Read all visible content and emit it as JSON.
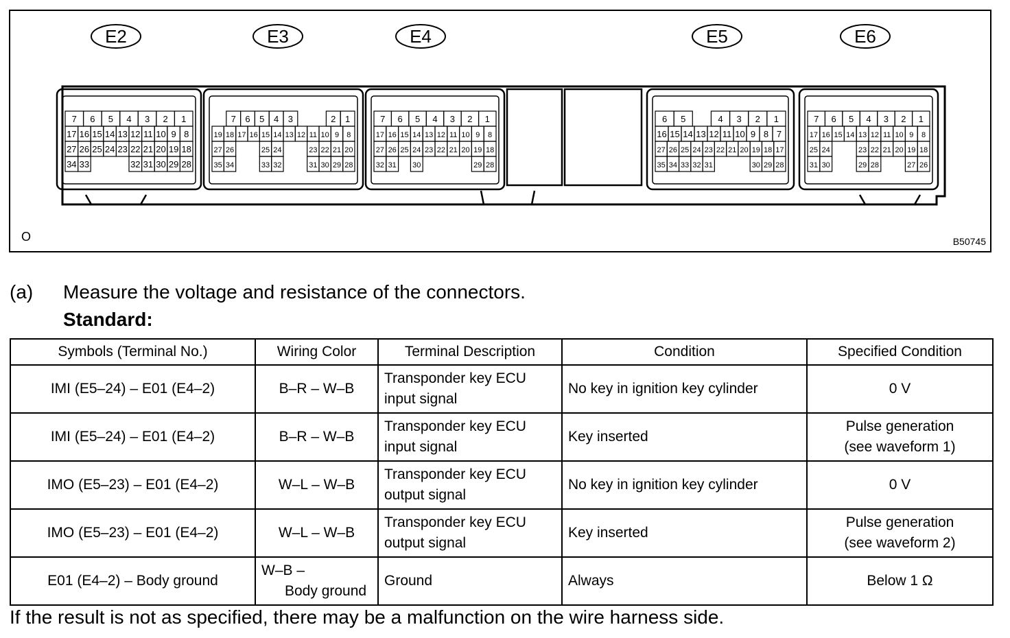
{
  "figure": {
    "code": "B50745",
    "corner_mark": "O",
    "connectors": [
      {
        "label": "E2",
        "rows": [
          [
            "7",
            "6",
            "5",
            "4",
            "3",
            "2",
            "1"
          ],
          [
            "17",
            "16",
            "15",
            "14",
            "13",
            "12",
            "11",
            "10",
            "9",
            "8"
          ],
          [
            "27",
            "26",
            "25",
            "24",
            "23",
            "22",
            "21",
            "20",
            "19",
            "18"
          ],
          [
            "34",
            "33",
            "",
            "",
            "",
            "32",
            "31",
            "30",
            "29",
            "28"
          ]
        ]
      },
      {
        "label": "E3",
        "rows": [
          [
            "",
            "7",
            "6",
            "5",
            "4",
            "3",
            "",
            "",
            "2",
            "1"
          ],
          [
            "19",
            "18",
            "17",
            "16",
            "15",
            "14",
            "13",
            "12",
            "11",
            "10",
            "9",
            "8"
          ],
          [
            "27",
            "26",
            "",
            "",
            "25",
            "24",
            "",
            "",
            "23",
            "22",
            "21",
            "20"
          ],
          [
            "35",
            "34",
            "",
            "",
            "33",
            "32",
            "",
            "",
            "31",
            "30",
            "29",
            "28"
          ]
        ]
      },
      {
        "label": "E4",
        "rows": [
          [
            "7",
            "6",
            "5",
            "4",
            "3",
            "2",
            "1"
          ],
          [
            "17",
            "16",
            "15",
            "14",
            "13",
            "12",
            "11",
            "10",
            "9",
            "8"
          ],
          [
            "27",
            "26",
            "25",
            "24",
            "23",
            "22",
            "21",
            "20",
            "19",
            "18"
          ],
          [
            "32",
            "31",
            "",
            "30",
            "",
            "",
            "",
            "",
            "29",
            "28"
          ]
        ]
      },
      {
        "label": "E5",
        "rows": [
          [
            "6",
            "5",
            "",
            "4",
            "3",
            "2",
            "1"
          ],
          [
            "16",
            "15",
            "14",
            "13",
            "12",
            "11",
            "10",
            "9",
            "8",
            "7"
          ],
          [
            "27",
            "26",
            "25",
            "24",
            "23",
            "22",
            "21",
            "20",
            "19",
            "18",
            "17"
          ],
          [
            "35",
            "34",
            "33",
            "32",
            "31",
            "",
            "",
            "",
            "30",
            "29",
            "28"
          ]
        ]
      },
      {
        "label": "E6",
        "rows": [
          [
            "7",
            "6",
            "5",
            "4",
            "3",
            "2",
            "1"
          ],
          [
            "17",
            "16",
            "15",
            "14",
            "13",
            "12",
            "11",
            "10",
            "9",
            "8"
          ],
          [
            "25",
            "24",
            "",
            "",
            "23",
            "22",
            "21",
            "20",
            "19",
            "18"
          ],
          [
            "31",
            "30",
            "",
            "",
            "29",
            "28",
            "",
            "",
            "27",
            "26"
          ]
        ]
      }
    ]
  },
  "step": {
    "letter": "(a)",
    "text": "Measure the voltage and resistance of the connectors.",
    "standard_label": "Standard:"
  },
  "table": {
    "headers": [
      "Symbols (Terminal No.)",
      "Wiring Color",
      "Terminal Description",
      "Condition",
      "Specified Condition"
    ],
    "rows": [
      {
        "symbols": "IMI (E5–24) – E01 (E4–2)",
        "wiring": "B–R – W–B",
        "wiring2": "",
        "desc1": "Transponder key ECU",
        "desc2": "input signal",
        "condition": "No key in ignition key cylinder",
        "spec1": "0 V",
        "spec2": ""
      },
      {
        "symbols": "IMI (E5–24) – E01 (E4–2)",
        "wiring": "B–R – W–B",
        "wiring2": "",
        "desc1": "Transponder key ECU",
        "desc2": "input signal",
        "condition": "Key inserted",
        "spec1": "Pulse generation",
        "spec2": "(see waveform 1)"
      },
      {
        "symbols": "IMO (E5–23) – E01 (E4–2)",
        "wiring": "W–L – W–B",
        "wiring2": "",
        "desc1": "Transponder key ECU",
        "desc2": "output signal",
        "condition": "No key in ignition key cylinder",
        "spec1": "0 V",
        "spec2": ""
      },
      {
        "symbols": "IMO (E5–23) – E01 (E4–2)",
        "wiring": "W–L – W–B",
        "wiring2": "",
        "desc1": "Transponder key ECU",
        "desc2": "output signal",
        "condition": "Key inserted",
        "spec1": "Pulse generation",
        "spec2": "(see waveform 2)"
      },
      {
        "symbols": "E01 (E4–2) – Body ground",
        "wiring": "W–B –",
        "wiring2": "Body ground",
        "desc1": "Ground",
        "desc2": "",
        "condition": "Always",
        "spec1": "Below 1 Ω",
        "spec2": ""
      }
    ]
  },
  "footer_note": "If the result is not as specified, there may be a malfunction on the wire harness side."
}
